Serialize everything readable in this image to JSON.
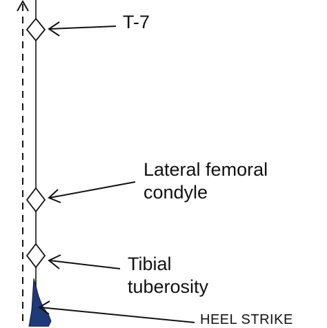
{
  "labels": {
    "t7": "T-7",
    "lateral_femoral_condyle": [
      "Lateral femoral",
      "condyle"
    ],
    "tibial_tuberosity": [
      "Tibial",
      "tuberosity"
    ],
    "heel_strike": "HEEL STRIKE"
  },
  "colors": {
    "line": "#111111",
    "marker_fill": "#ffffff",
    "foot": "#1f3a7a"
  }
}
